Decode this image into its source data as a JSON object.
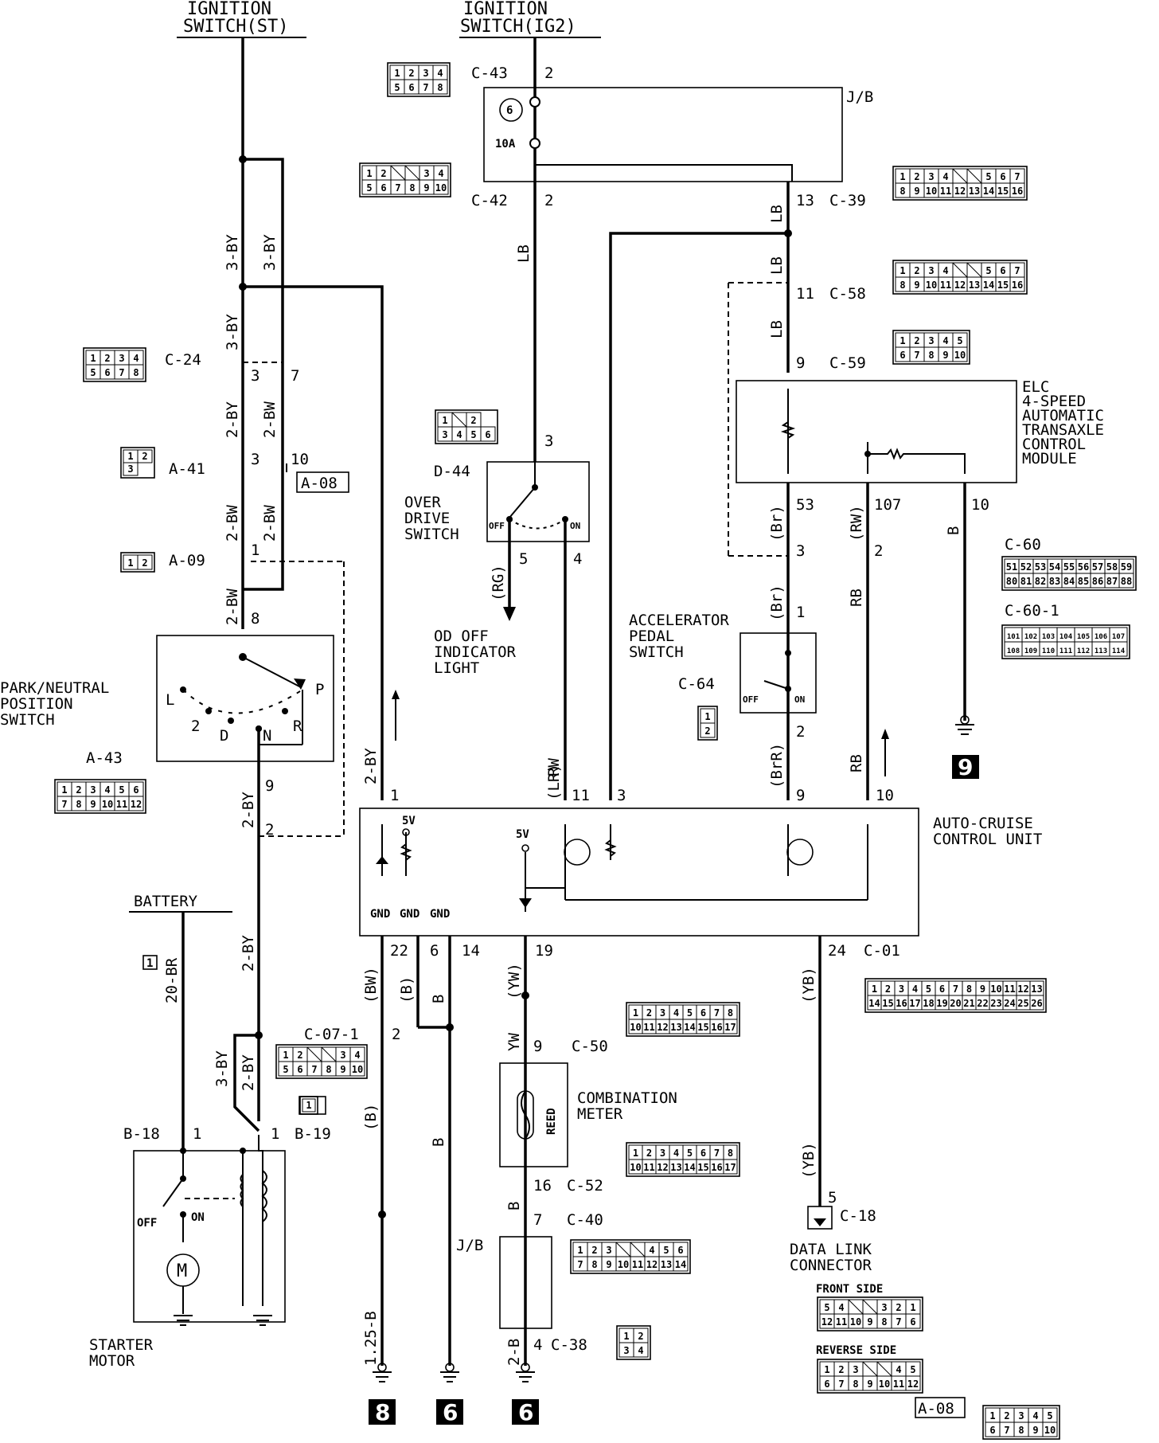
{
  "components": {
    "ign_st": [
      "IGNITION",
      "SWITCH(ST)"
    ],
    "ign_ig2": [
      "IGNITION",
      "SWITCH(IG2)"
    ],
    "jb": "J/B",
    "fuse_num": "6",
    "fuse_amp": "10A",
    "elc": [
      "ELC",
      "4-SPEED",
      "AUTOMATIC",
      "TRANSAXLE",
      "CONTROL",
      "MODULE"
    ],
    "od_switch": [
      "OVER",
      "DRIVE",
      "SWITCH"
    ],
    "od_light": [
      "OD OFF",
      "INDICATOR",
      "LIGHT"
    ],
    "park_neutral": [
      "PARK/NEUTRAL",
      "POSITION",
      "SWITCH"
    ],
    "accel": [
      "ACCELERATOR",
      "PEDAL",
      "SWITCH"
    ],
    "acu": [
      "AUTO-CRUISE",
      "CONTROL UNIT"
    ],
    "battery": "BATTERY",
    "starter": [
      "STARTER",
      "MOTOR"
    ],
    "combo": [
      "COMBINATION",
      "METER"
    ],
    "reed": "REED",
    "dlc": [
      "DATA LINK",
      "CONNECTOR"
    ],
    "front_side": "FRONT SIDE",
    "reverse_side": "REVERSE SIDE",
    "v5": "5V",
    "gnd": "GND",
    "off": "OFF",
    "on": "ON",
    "motor": "M"
  },
  "connectors": {
    "c43": "C-43",
    "c42": "C-42",
    "c39": "C-39",
    "c58": "C-58",
    "c59": "C-59",
    "c24": "C-24",
    "a41": "A-41",
    "a08": "A-08",
    "a09": "A-09",
    "a43": "A-43",
    "d44": "D-44",
    "c60": "C-60",
    "c601": "C-60-1",
    "c64": "C-64",
    "c01": "C-01",
    "c071": "C-07-1",
    "b19": "B-19",
    "b18": "B-18",
    "c50": "C-50",
    "c52": "C-52",
    "c40": "C-40",
    "c38": "C-38",
    "c18": "C-18"
  },
  "wires": {
    "by3": "3-BY",
    "by2": "2-BY",
    "bw2": "2-BW",
    "lb": "LB",
    "br": "(Br)",
    "rw_p": "(RW)",
    "rb": "RB",
    "b": "B",
    "b_p": "(B)",
    "rg": "(RG)",
    "rw": "RW",
    "lr": "(LR)",
    "brr": "(BrR)",
    "bw_p": "(BW)",
    "yw_p": "(YW)",
    "yw": "YW",
    "yb": "(YB)",
    "br20": "20-BR",
    "b125": "1.25-B",
    "b2": "2-B"
  },
  "pins": {
    "p1": "1",
    "p2": "2",
    "p3": "3",
    "p4": "4",
    "p5": "5",
    "p6": "6",
    "p7": "7",
    "p8": "8",
    "p9": "9",
    "p10": "10",
    "p11": "11",
    "p13": "13",
    "p14": "14",
    "p16": "16",
    "p19": "19",
    "p22": "22",
    "p24": "24",
    "p53": "53",
    "p107": "107"
  },
  "shift": {
    "L": "L",
    "d2": "2",
    "D": "D",
    "N": "N",
    "R": "R",
    "P": "P"
  },
  "grounds": {
    "g8": "8",
    "g6a": "6",
    "g6b": "6",
    "g9": "9",
    "g1": "1"
  },
  "grid": {
    "c43": [
      [
        "1",
        "2",
        "3",
        "4"
      ],
      [
        "5",
        "6",
        "7",
        "8"
      ]
    ],
    "c42": [
      [
        "1",
        "2",
        "",
        "",
        "3",
        "4"
      ],
      [
        "5",
        "6",
        "7",
        "8",
        "9",
        "10"
      ]
    ],
    "c39": [
      [
        "1",
        "2",
        "3",
        "4",
        "",
        "",
        "5",
        "6",
        "7"
      ],
      [
        "8",
        "9",
        "10",
        "11",
        "12",
        "13",
        "14",
        "15",
        "16"
      ]
    ],
    "c58": [
      [
        "1",
        "2",
        "3",
        "4",
        "",
        "",
        "5",
        "6",
        "7"
      ],
      [
        "8",
        "9",
        "10",
        "11",
        "12",
        "13",
        "14",
        "15",
        "16"
      ]
    ],
    "c59": [
      [
        "1",
        "2",
        "3",
        "4",
        "5"
      ],
      [
        "6",
        "7",
        "8",
        "9",
        "10"
      ]
    ],
    "c24": [
      [
        "1",
        "2",
        "3",
        "4"
      ],
      [
        "5",
        "6",
        "7",
        "8"
      ]
    ],
    "d44": [
      [
        "1",
        "",
        "2"
      ],
      [
        "3",
        "4",
        "5",
        "6"
      ]
    ],
    "c60": [
      [
        "51",
        "52",
        "53",
        "54",
        "55",
        "56",
        "57",
        "58",
        "59"
      ],
      [
        "80",
        "81",
        "82",
        "83",
        "84",
        "85",
        "86",
        "87",
        "88"
      ]
    ],
    "c601": [
      [
        "101",
        "102",
        "103",
        "104",
        "105",
        "106",
        "107"
      ],
      [
        "108",
        "109",
        "110",
        "111",
        "112",
        "113",
        "114"
      ]
    ],
    "a43": [
      [
        "1",
        "2",
        "3",
        "4",
        "5",
        "6"
      ],
      [
        "7",
        "8",
        "9",
        "10",
        "11",
        "12"
      ]
    ],
    "c01": [
      [
        "1",
        "2",
        "3",
        "4",
        "5",
        "6",
        "7",
        "8",
        "9",
        "10",
        "11",
        "12",
        "13"
      ],
      [
        "14",
        "15",
        "16",
        "17",
        "18",
        "19",
        "20",
        "21",
        "22",
        "23",
        "24",
        "25",
        "26"
      ]
    ],
    "c071": [
      [
        "1",
        "2",
        "",
        "",
        "3",
        "4"
      ],
      [
        "5",
        "6",
        "7",
        "8",
        "9",
        "10"
      ]
    ],
    "c50": [
      [
        "1",
        "2",
        "3",
        "4",
        "5",
        "6",
        "7",
        "8"
      ],
      [
        "10",
        "11",
        "12",
        "13",
        "14",
        "15",
        "16",
        "17"
      ]
    ],
    "c52": [
      [
        "1",
        "2",
        "3",
        "4",
        "5",
        "6",
        "7",
        "8"
      ],
      [
        "10",
        "11",
        "12",
        "13",
        "14",
        "15",
        "16",
        "17"
      ]
    ],
    "c40": [
      [
        "1",
        "2",
        "3",
        "",
        "",
        "4",
        "5",
        "6"
      ],
      [
        "7",
        "8",
        "9",
        "10",
        "11",
        "12",
        "13",
        "14"
      ]
    ],
    "c38": [
      [
        "1",
        "2"
      ],
      [
        "3",
        "4"
      ]
    ],
    "front": [
      [
        "5",
        "4",
        "",
        "",
        "3",
        "2",
        "1"
      ],
      [
        "12",
        "11",
        "10",
        "9",
        "8",
        "7",
        "6"
      ]
    ],
    "reverse": [
      [
        "1",
        "2",
        "3",
        "",
        "",
        "4",
        "5"
      ],
      [
        "6",
        "7",
        "8",
        "9",
        "10",
        "11",
        "12"
      ]
    ],
    "a08": [
      [
        "1",
        "2",
        "3",
        "4",
        "5"
      ],
      [
        "6",
        "7",
        "8",
        "9",
        "10"
      ]
    ],
    "a41": [
      [
        "1",
        "2"
      ],
      [
        "3"
      ]
    ],
    "a09": [
      [
        "1",
        "2"
      ]
    ],
    "c64": [
      [
        "1"
      ],
      [
        "2"
      ]
    ],
    "b19": [
      [
        "1"
      ]
    ]
  }
}
